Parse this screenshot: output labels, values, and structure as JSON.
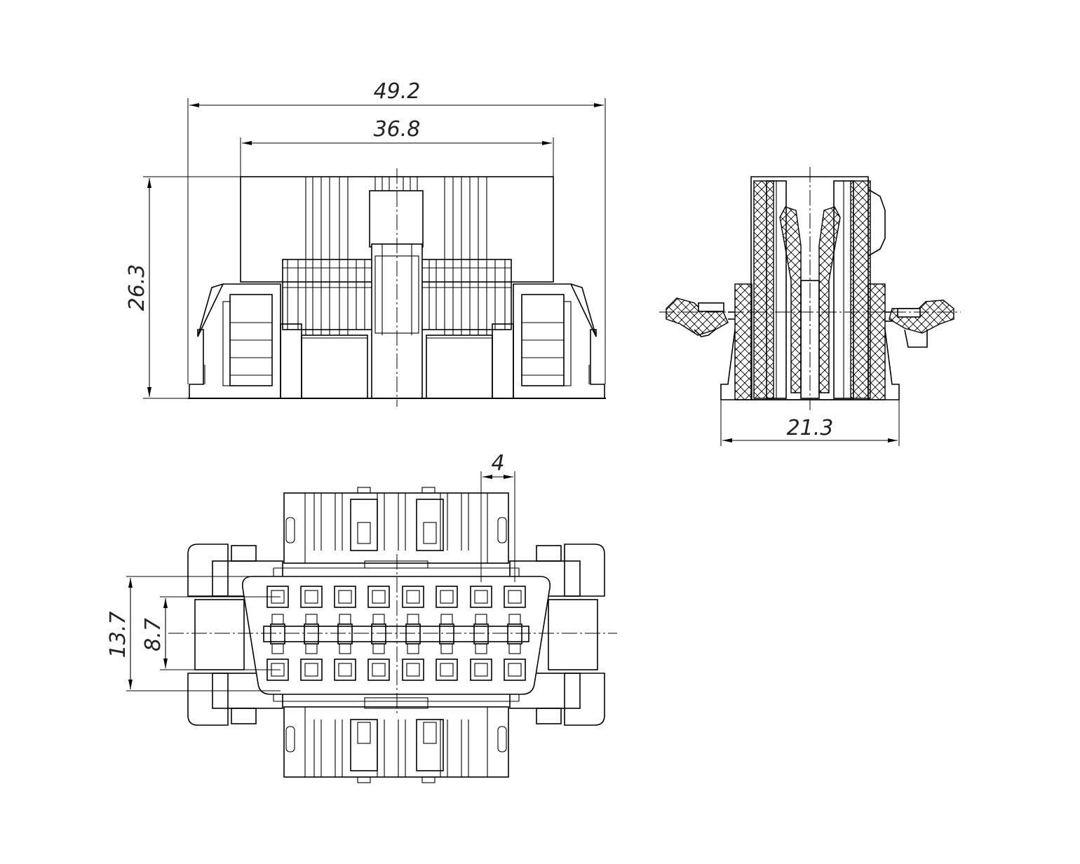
{
  "dimensions": {
    "overall_width": "49.2",
    "body_width": "36.8",
    "height": "26.3",
    "side_width": "21.3",
    "pin_pitch": "4",
    "row_span_outer": "13.7",
    "row_span_inner": "8.7"
  },
  "colors": {
    "line": "#000000",
    "background": "#ffffff"
  }
}
